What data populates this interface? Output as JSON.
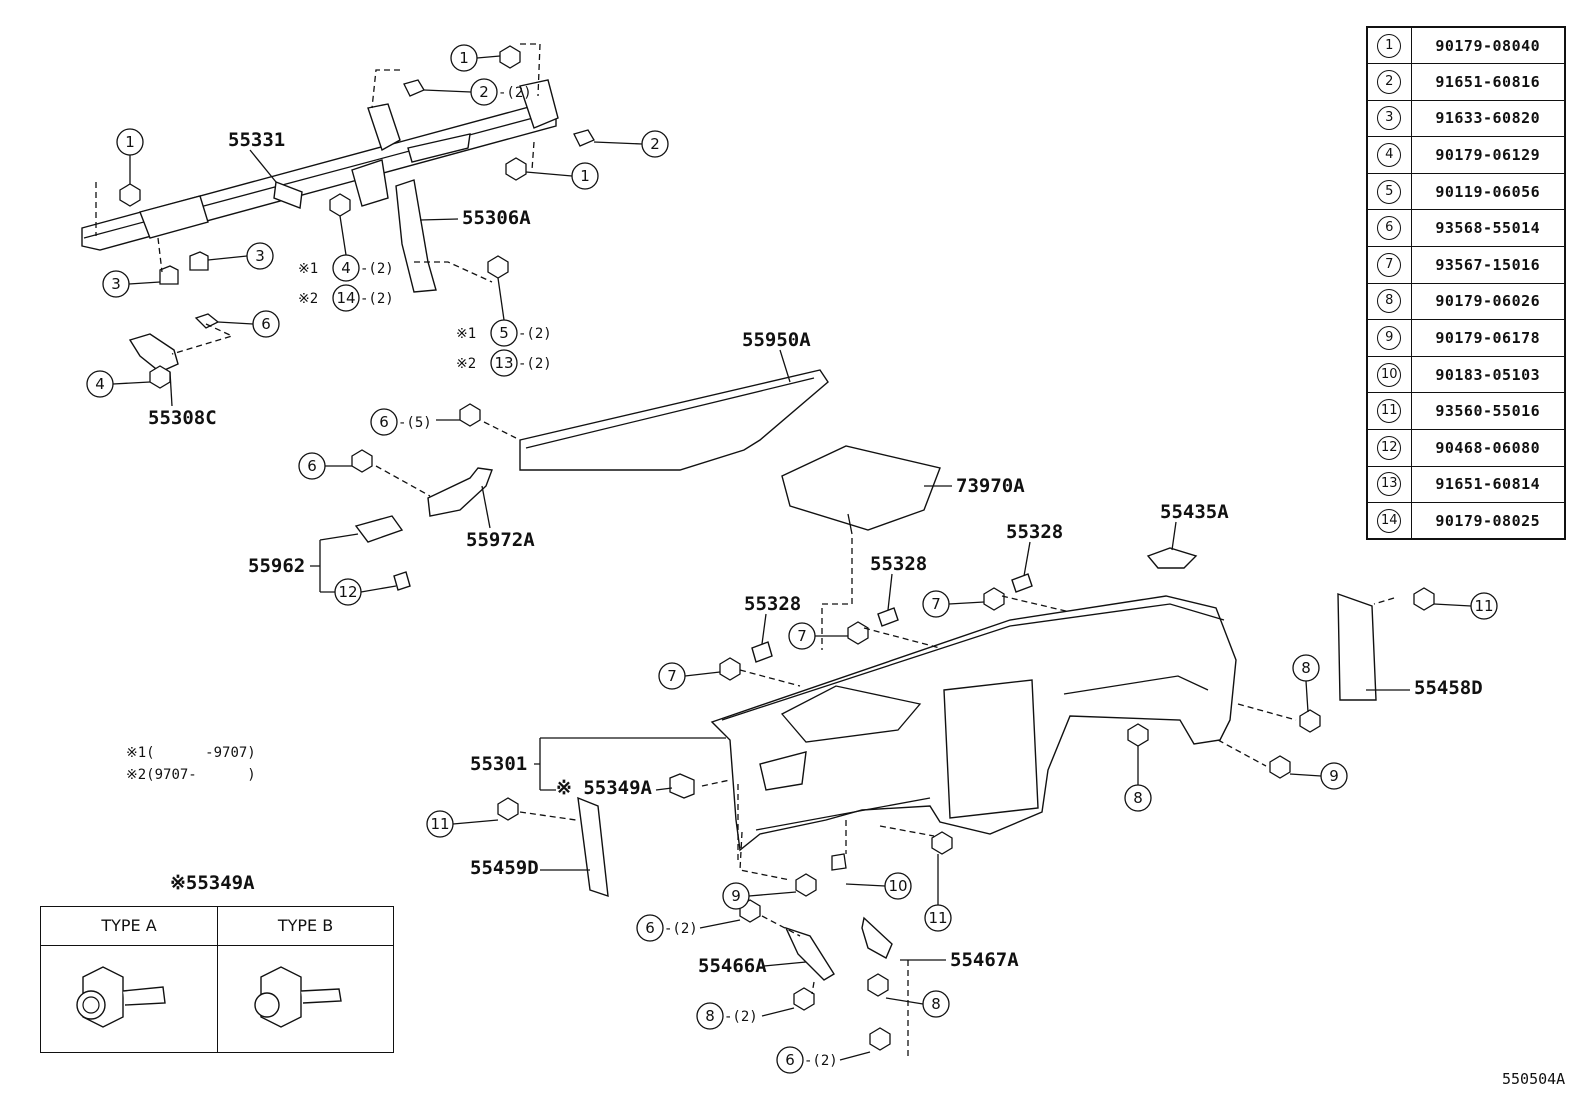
{
  "parts": [
    {
      "ref": "1",
      "number": "90179-08040"
    },
    {
      "ref": "2",
      "number": "91651-60816"
    },
    {
      "ref": "3",
      "number": "91633-60820"
    },
    {
      "ref": "4",
      "number": "90179-06129"
    },
    {
      "ref": "5",
      "number": "90119-06056"
    },
    {
      "ref": "6",
      "number": "93568-55014"
    },
    {
      "ref": "7",
      "number": "93567-15016"
    },
    {
      "ref": "8",
      "number": "90179-06026"
    },
    {
      "ref": "9",
      "number": "90179-06178"
    },
    {
      "ref": "10",
      "number": "90183-05103"
    },
    {
      "ref": "11",
      "number": "93560-55016"
    },
    {
      "ref": "12",
      "number": "90468-06080"
    },
    {
      "ref": "13",
      "number": "91651-60814"
    },
    {
      "ref": "14",
      "number": "90179-08025"
    }
  ],
  "labels": {
    "p55331": "55331",
    "p55306A": "55306A",
    "p55308C": "55308C",
    "p55950A": "55950A",
    "p55972A": "55972A",
    "p55962": "55962",
    "p73970A": "73970A",
    "p55435A": "55435A",
    "p55328": "55328",
    "p55458D": "55458D",
    "p55301": "55301",
    "p55349A": "※ 55349A",
    "p55459D": "55459D",
    "p55466A": "55466A",
    "p55467A": "55467A"
  },
  "qty": {
    "q2": "-(2)",
    "q5": "-(5)"
  },
  "marks": {
    "m1": "※1",
    "m2": "※2"
  },
  "notes": {
    "note1": "※1(      -9707)",
    "note2": "※2(9707-      )"
  },
  "type_box": {
    "title": "※55349A",
    "type_a": "TYPE  A",
    "type_b": "TYPE  B"
  },
  "page_code": "550504A"
}
